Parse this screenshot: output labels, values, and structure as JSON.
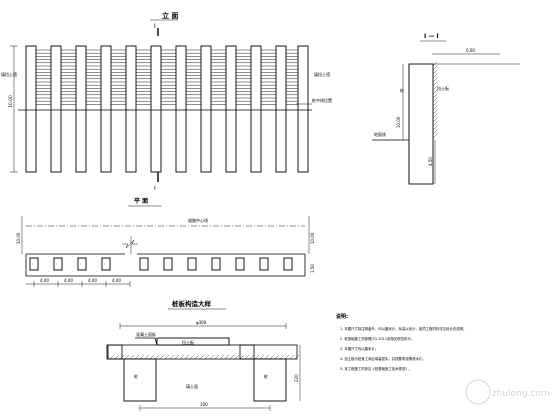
{
  "elevation": {
    "title": "立 面",
    "section_mark": "I",
    "label_left_soil": "填挡土墙",
    "label_right_soil": "填挡土墙",
    "label_pile": "桩中线位置",
    "dim_height": "10.00"
  },
  "section": {
    "title": "I — I",
    "dim_top": "0.60",
    "label_pile": "桩",
    "label_wall": "挡土板",
    "label_ground": "地面线",
    "dim_side": "10.00",
    "dim_bottom": "4.50"
  },
  "plan": {
    "title": "平 面",
    "label_axis": "道路中心线",
    "left_dim": "10.00",
    "right_dim": "10.00",
    "spacing_dims": [
      "4.00",
      "4.00",
      "4.00",
      "4.00"
    ],
    "end_dim": "1.50"
  },
  "detail": {
    "title": "桩板构造大样",
    "top_dim": "φ300",
    "label_concrete": "混凝土面板",
    "label_plate": "挡土板",
    "label_pile_left": "桩",
    "label_pile_right": "桩",
    "label_soil": "填土面",
    "dim_right": "220",
    "dim_bottom": "100"
  },
  "notes": {
    "title": "说明:",
    "items": [
      "1. 本图尺寸除注明者外，均以厘米计，标高以米计，各项工程材料详见设计总说明。",
      "2. 桩基础施工须参照JTG-2011及相关规范执行。",
      "3. 本图尺寸均以厘米计。",
      "4. 挡土板与桩身之间应填塞密实，并按要求设置泄水孔。",
      "5. 本工程施工时参见《桩基础施工技术规范》。"
    ]
  },
  "watermark": "zhulong.com"
}
